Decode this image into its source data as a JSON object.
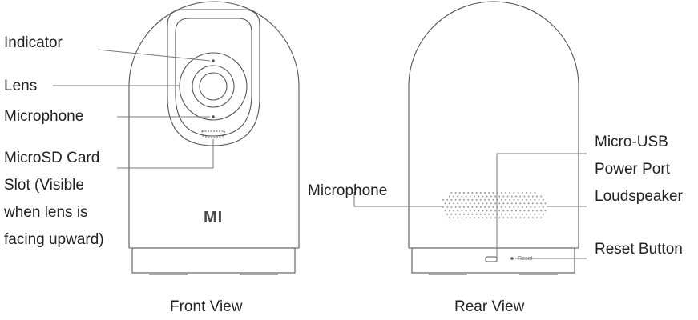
{
  "front": {
    "caption": "Front View",
    "logo": "MI",
    "labels": {
      "indicator": "Indicator",
      "lens": "Lens",
      "microphone": "Microphone",
      "microsd_line1": "MicroSD Card",
      "microsd_line2": "Slot (Visible",
      "microsd_line3": "when lens is",
      "microsd_line4": "facing upward)"
    }
  },
  "rear": {
    "caption": "Rear View",
    "reset_marking": "Reset",
    "labels": {
      "microphone": "Microphone",
      "micro_usb_line1": "Micro-USB",
      "micro_usb_line2": "Power Port",
      "loudspeaker": "Loudspeaker",
      "reset_button": "Reset Button"
    }
  },
  "colors": {
    "outline": "#555555",
    "leader_line": "#777777",
    "text": "#222222",
    "speaker_dots": "#9a9a9a"
  }
}
